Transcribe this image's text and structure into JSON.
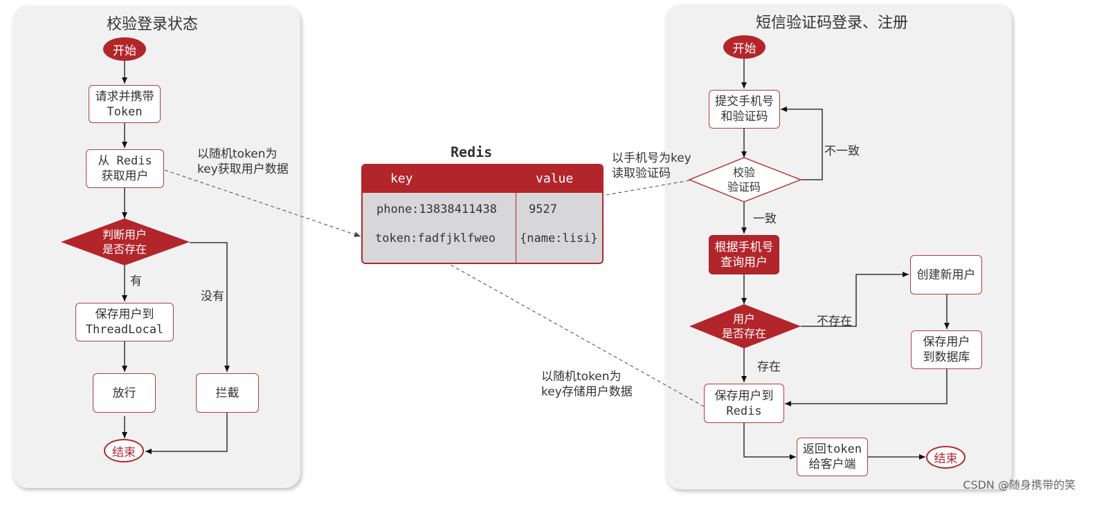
{
  "left_panel": {
    "title": "校验登录状态",
    "start": "开始",
    "request": "请求并携带\nToken",
    "get_user": "从 Redis\n获取用户",
    "judge": "判断用户\n是否存在",
    "yes_label": "有",
    "no_label": "没有",
    "save_user": "保存用户到\nThreadLocal",
    "pass": "放行",
    "intercept": "拦截",
    "end": "结束"
  },
  "middle": {
    "annotation_get": "以随机token为\nkey获取用户数据",
    "annotation_read": "以手机号为key\n读取验证码",
    "annotation_store": "以随机token为\nkey存储用户数据",
    "redis_title": "Redis",
    "table": {
      "headers": [
        "key",
        "value"
      ],
      "rows": [
        {
          "key": "phone:13838411438",
          "value": "9527"
        },
        {
          "key": "token:fadfjklfweo",
          "value": "{name:lisi}"
        }
      ]
    }
  },
  "right_panel": {
    "title": "短信验证码登录、注册",
    "start": "开始",
    "submit": "提交手机号\n和验证码",
    "verify": "校验\n验证码",
    "mismatch": "不一致",
    "match": "一致",
    "query_user": "根据手机号\n查询用户",
    "user_exists": "用户\n是否存在",
    "not_exist": "不存在",
    "exists": "存在",
    "create_user": "创建新用户",
    "save_db": "保存用户\n到数据库",
    "save_redis": "保存用户到\nRedis",
    "return_token": "返回token\n给客户端",
    "end": "结束"
  },
  "watermark": "CSDN @随身携带的笑"
}
